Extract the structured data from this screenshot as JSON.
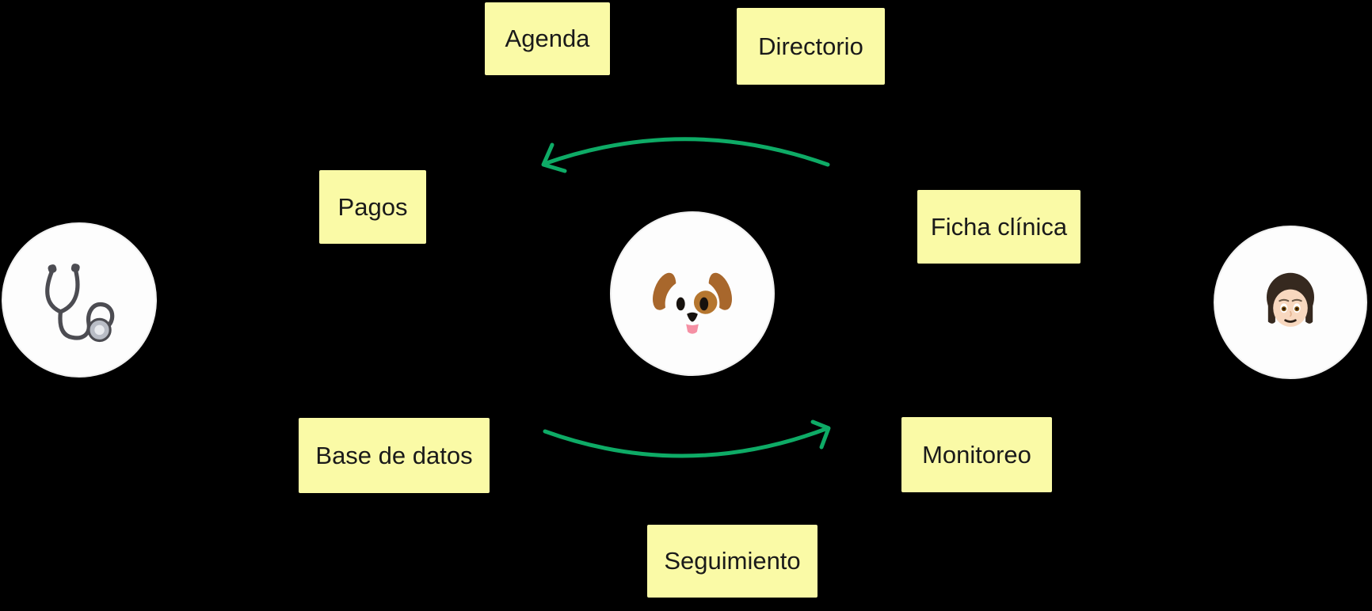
{
  "colors": {
    "background": "#000000",
    "sticky_fill": "#FAFAA6",
    "sticky_text": "#1A1A1A",
    "arrow_green": "#0EAB66",
    "circle_fill": "#FDFDFD"
  },
  "notes": [
    {
      "id": "agenda",
      "label": "Agenda"
    },
    {
      "id": "directorio",
      "label": "Directorio"
    },
    {
      "id": "pagos",
      "label": "Pagos"
    },
    {
      "id": "ficha-clinica",
      "label": "Ficha clínica"
    },
    {
      "id": "base-de-datos",
      "label": "Base de datos"
    },
    {
      "id": "monitoreo",
      "label": "Monitoreo"
    },
    {
      "id": "seguimiento",
      "label": "Seguimiento"
    }
  ],
  "actors": [
    {
      "id": "veterinarian",
      "icon": "stethoscope-emoji"
    },
    {
      "id": "pet",
      "icon": "dog-face-emoji"
    },
    {
      "id": "owner",
      "icon": "person-emoji"
    }
  ],
  "arrows": [
    {
      "id": "top-arrow",
      "points_toward": "left"
    },
    {
      "id": "bottom-arrow",
      "points_toward": "right"
    }
  ]
}
